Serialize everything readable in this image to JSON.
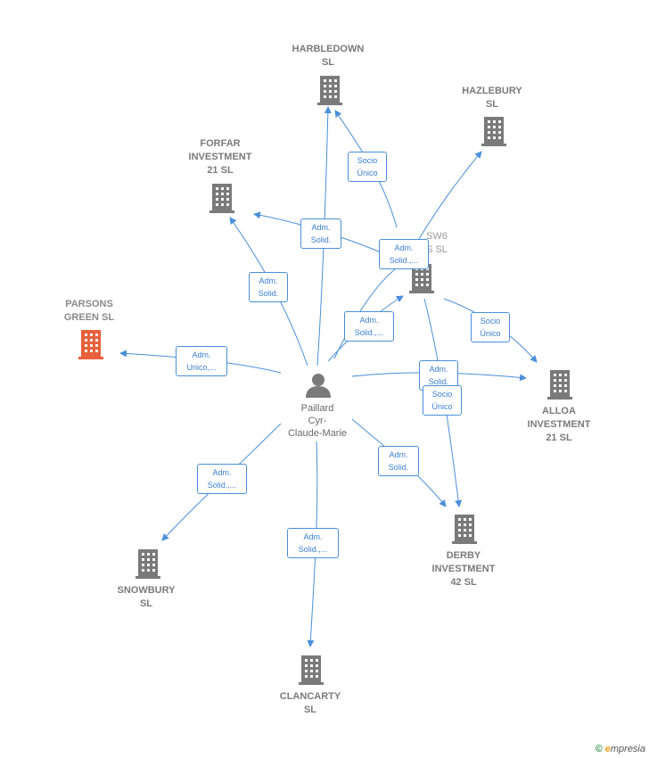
{
  "colors": {
    "edge": "#4a8fd9",
    "building": "#7a7a7a",
    "building_highlight": "#e8603c",
    "person": "#7a7a7a"
  },
  "person": {
    "name": "Paillard\nCyr-\nClaude-Marie",
    "icon": "person-icon"
  },
  "companies": [
    {
      "id": "harbledown",
      "name": "HARBLEDOWN\nSL"
    },
    {
      "id": "hazlebury",
      "name": "HAZLEBURY\nSL"
    },
    {
      "id": "forfar",
      "name": "FORFAR\nINVESTMENT\n21  SL"
    },
    {
      "id": "sw6",
      "name": "SW6\nS  SL"
    },
    {
      "id": "parsons",
      "name": "PARSONS\nGREEN  SL",
      "highlight": true
    },
    {
      "id": "alloa",
      "name": "ALLOA\nINVESTMENT\n21  SL"
    },
    {
      "id": "derby",
      "name": "DERBY\nINVESTMENT\n42  SL"
    },
    {
      "id": "snowbury",
      "name": "SNOWBURY\nSL"
    },
    {
      "id": "clancarty",
      "name": "CLANCARTY\nSL"
    }
  ],
  "edge_labels": [
    {
      "id": "sw6-harbledown",
      "text": "Socio\nÚnico"
    },
    {
      "id": "person-harbledown",
      "text": "Adm.\nSolid."
    },
    {
      "id": "sw6-forfar",
      "text": "Adm.\nSolid.,..."
    },
    {
      "id": "person-forfar",
      "text": "Adm.\nSolid."
    },
    {
      "id": "person-sw6",
      "text": "Adm.\nSolid.,..."
    },
    {
      "id": "person-parsons",
      "text": "Adm.\nUnico,..."
    },
    {
      "id": "sw6-alloa",
      "text": "Socio\nÚnico"
    },
    {
      "id": "person-alloa",
      "text": "Adm.\nSolid."
    },
    {
      "id": "sw6-derby",
      "text": "Socio\nÚnico"
    },
    {
      "id": "person-derby",
      "text": "Adm.\nSolid."
    },
    {
      "id": "person-snowbury",
      "text": "Adm.\nSolid.,..."
    },
    {
      "id": "person-clancarty",
      "text": "Adm.\nSolid.,..."
    }
  ],
  "footer": {
    "copyright": "©",
    "brand_initial": "e",
    "brand_rest": "mpresia"
  }
}
